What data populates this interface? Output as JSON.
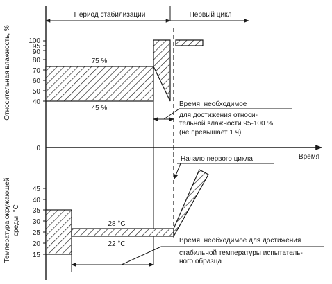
{
  "phases": {
    "stabilization": "Период стабилизации",
    "first_cycle": "Первый цикл"
  },
  "humidity_axis": {
    "label": "Относительная влажность, %",
    "ticks": [
      "100",
      "95",
      "90",
      "80",
      "70",
      "60",
      "50",
      "40"
    ],
    "zero": "0"
  },
  "humidity_band": {
    "upper_label": "75 %",
    "lower_label": "45 %"
  },
  "time_axis": {
    "label": "Время"
  },
  "temperature_axis": {
    "label_line1": "Температура окружающей",
    "label_line2": "среды, °С",
    "ticks": [
      "45",
      "40",
      "35",
      "30",
      "25",
      "20",
      "15"
    ]
  },
  "temperature_band": {
    "upper_label": "28 °С",
    "lower_label": "22 °С"
  },
  "annotations": {
    "humidity_time": {
      "line1": "Время, необходимое",
      "line2": "для достижения относи-",
      "line3": "тельной влажности 95-100 %",
      "line4": "(не превышает 1 ч)"
    },
    "cycle_start": "Начало первого цикла",
    "temperature_time": {
      "line1": "Время, необходимое для достижения",
      "line2": "стабильной температуры испытатель-",
      "line3": "ного образца"
    }
  }
}
